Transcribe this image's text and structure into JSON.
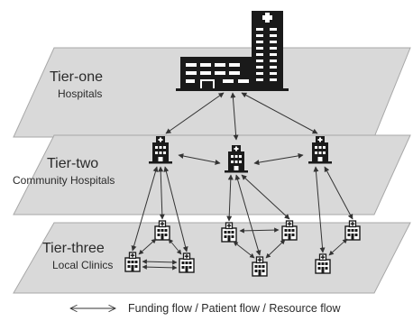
{
  "tiers": [
    {
      "title": "Tier-one",
      "subtitle": "Hospitals"
    },
    {
      "title": "Tier-two",
      "subtitle": "Community Hospitals"
    },
    {
      "title": "Tier-three",
      "subtitle": "Local Clinics"
    }
  ],
  "legend": {
    "text": "Funding flow / Patient flow / Resource flow"
  },
  "colors": {
    "plane_fill": "#d9d9d9",
    "plane_stroke": "#a8a8a8",
    "icon": "#1a1a1a",
    "arrow": "#333333",
    "text": "#2a2a2a"
  },
  "icons": {
    "tier_one": "large-hospital-icon",
    "tier_two": "community-hospital-icon",
    "tier_three": "clinic-icon"
  }
}
